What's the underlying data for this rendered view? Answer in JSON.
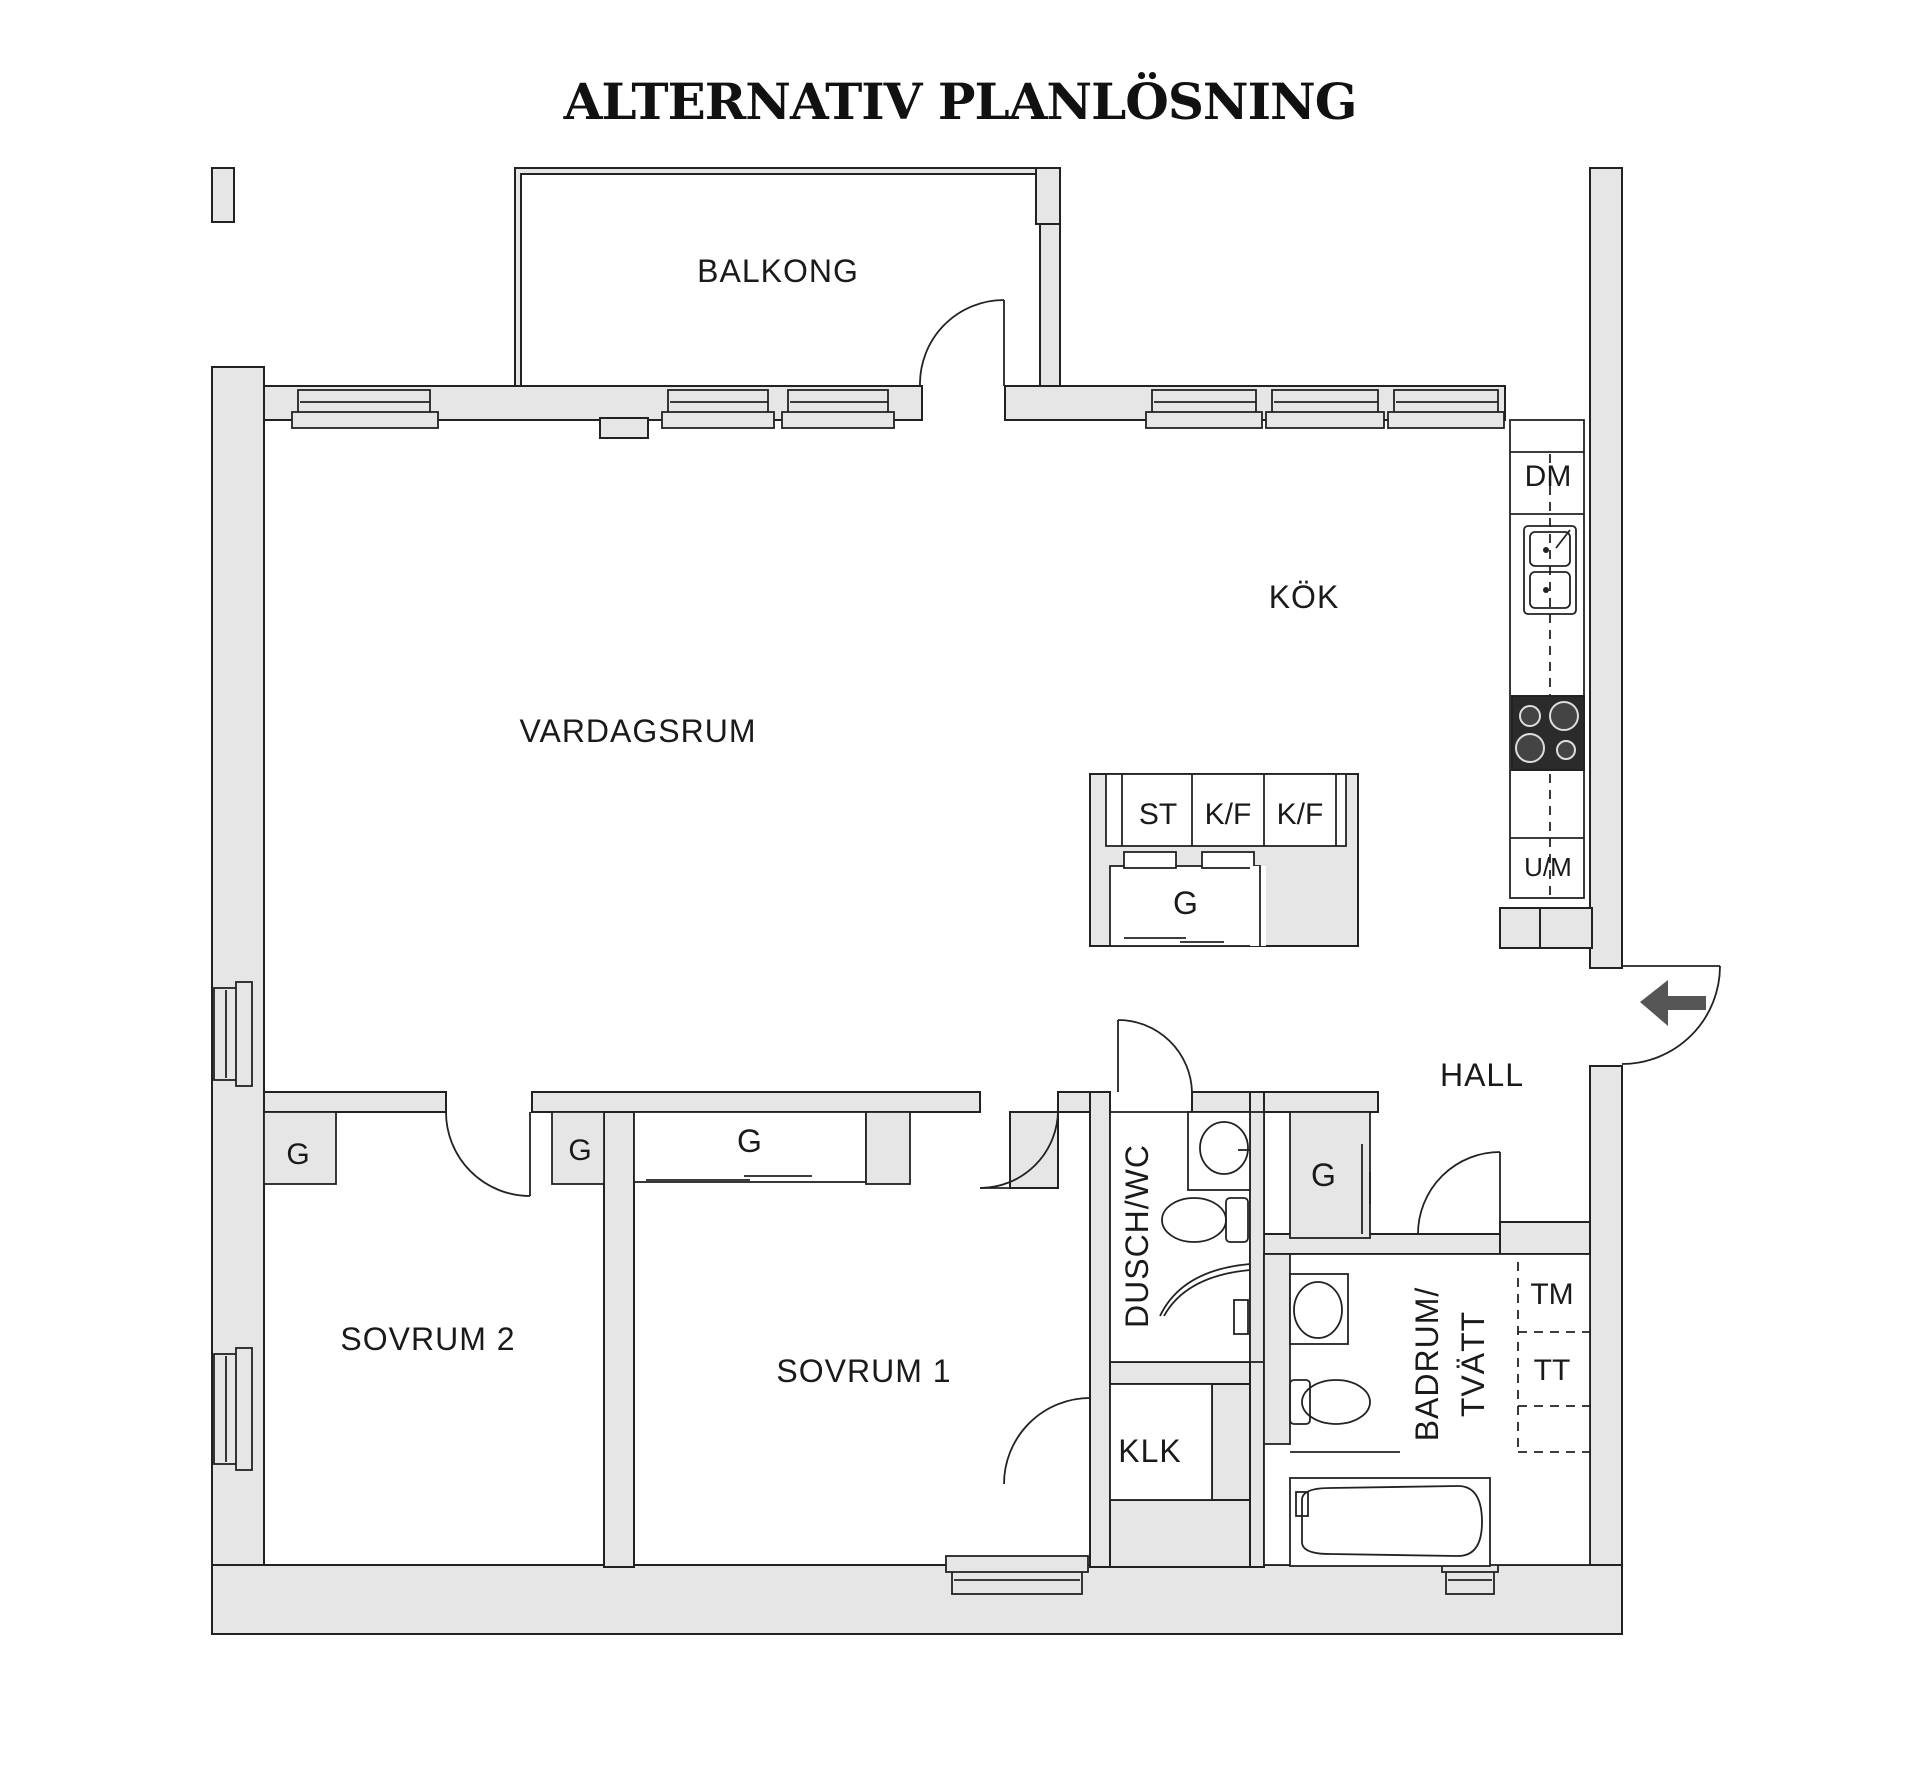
{
  "title": "ALTERNATIV PLANLÖSNING",
  "rooms": {
    "balkong": "BALKONG",
    "kok": "KÖK",
    "vardagsrum": "VARDAGSRUM",
    "hall": "HALL",
    "sovrum2": "SOVRUM 2",
    "sovrum1": "SOVRUM 1",
    "dusch_wc": "DUSCH/WC",
    "klk": "KLK",
    "badrum_line1": "BADRUM/",
    "badrum_line2": "TVÄTT"
  },
  "fixtures": {
    "dm": "DM",
    "um": "U/M",
    "st": "ST",
    "kf1": "K/F",
    "kf2": "K/F",
    "g_island": "G",
    "g_sovrum2": "G",
    "g_sovrum1_small": "G",
    "g_sovrum1_wardrobe": "G",
    "g_hall": "G",
    "tm": "TM",
    "tt": "TT"
  },
  "colors": {
    "wall_fill": "#e6e6e6",
    "line": "#222222",
    "hob": "#2b2b2b",
    "entry_arrow": "#555555"
  }
}
